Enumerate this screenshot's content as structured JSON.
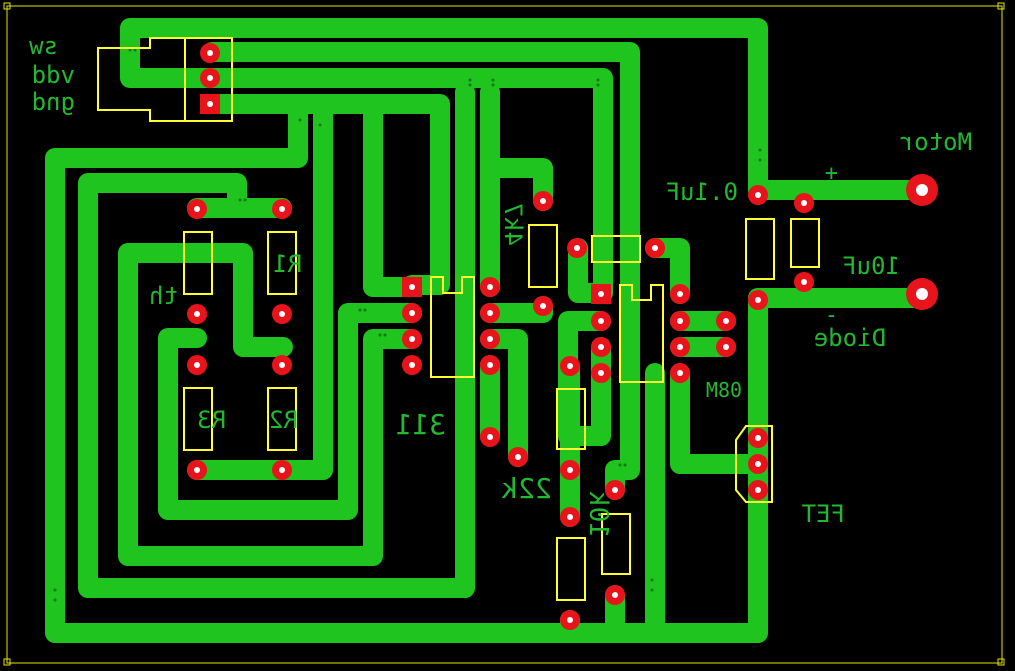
{
  "colors": {
    "background": "#000000",
    "trace": "#1fc41f",
    "trace_dots": "#0d7a12",
    "pad": "#e8141b",
    "pad_hole": "#ffffff",
    "silkscreen": "#ffff33",
    "label_text": "#22b830",
    "board_outline": "#e6e600"
  },
  "labels": {
    "sw": "sw",
    "vdd": "vdd",
    "gnd": "gnd",
    "motor": "Motor",
    "plus": "+",
    "cap_01": "0.1uF",
    "cap_10": "10uF",
    "minus": "-",
    "diode": "Diode",
    "r_4k7": "4k7",
    "r1": "R1",
    "th": "th",
    "r3": "R3",
    "r2": "R2",
    "ic_311": "311",
    "ic_08m": "08M",
    "r_22k": "22k",
    "r_10k": "10k",
    "fet": "FET"
  }
}
